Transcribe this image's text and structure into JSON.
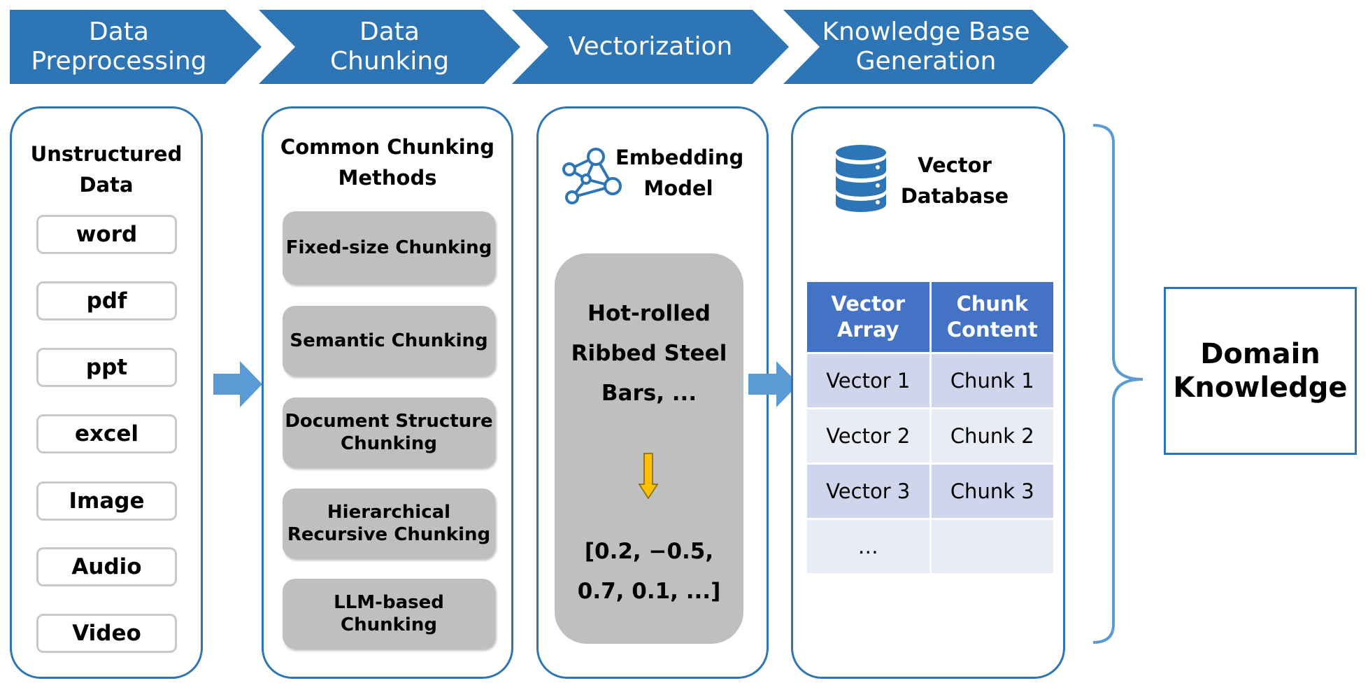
{
  "stages": [
    {
      "label": "Data\nPreprocessing"
    },
    {
      "label": "Data\nChunking"
    },
    {
      "label": "Vectorization"
    },
    {
      "label": "Knowledge Base\nGeneration"
    }
  ],
  "preprocessing": {
    "title": "Unstructured\nData",
    "types": [
      "word",
      "pdf",
      "ppt",
      "excel",
      "Image",
      "Audio",
      "Video"
    ]
  },
  "chunking": {
    "title": "Common Chunking\nMethods",
    "methods": [
      "Fixed-size Chunking",
      "Semantic Chunking",
      "Document Structure\nChunking",
      "Hierarchical\nRecursive Chunking",
      "LLM-based\nChunking"
    ]
  },
  "vectorization": {
    "title": "Embedding\nModel",
    "input_text": "Hot-rolled\nRibbed Steel\nBars, ...",
    "output_vector": "[0.2, −0.5,\n0.7, 0.1, ...]"
  },
  "knowledge_base": {
    "title": "Vector\nDatabase",
    "table": {
      "headers": [
        "Vector\nArray",
        "Chunk\nContent"
      ],
      "rows": [
        [
          "Vector 1",
          "Chunk 1"
        ],
        [
          "Vector 2",
          "Chunk 2"
        ],
        [
          "Vector 3",
          "Chunk 3"
        ],
        [
          "…",
          ""
        ]
      ]
    }
  },
  "result": {
    "label": "Domain\nKnowledge"
  },
  "colors": {
    "stage_blue": "#2e75b6",
    "arrow_blue": "#5b9bd5",
    "header_blue": "#4472c4",
    "gray_box": "#bfbfbf",
    "yellow_arrow": "#ffc000"
  },
  "icons": {
    "embedding": "network-graph-icon",
    "database": "database-cylinder-icon"
  }
}
